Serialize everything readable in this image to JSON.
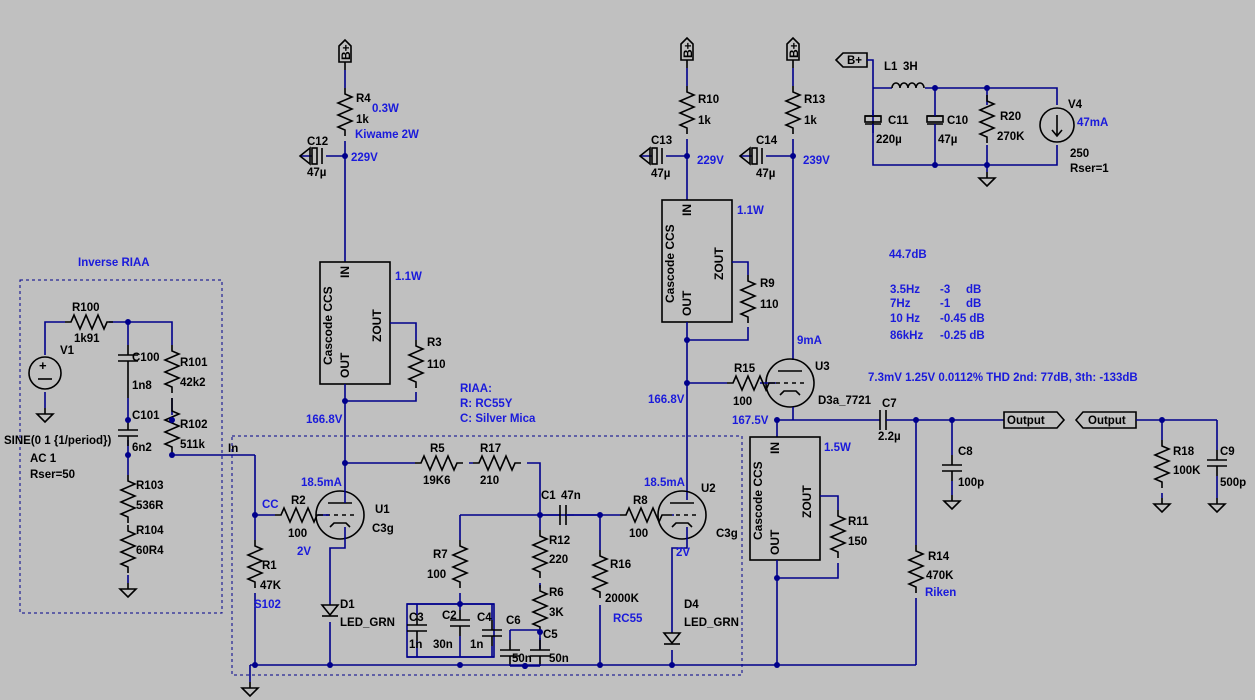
{
  "schematic": {
    "power_flags": {
      "bplus": "B+"
    },
    "components": {
      "r4": {
        "name": "R4",
        "value": "1k"
      },
      "r10": {
        "name": "R10",
        "value": "1k"
      },
      "r13": {
        "name": "R13",
        "value": "1k"
      },
      "c12": {
        "name": "C12",
        "value": "47µ"
      },
      "c13": {
        "name": "C13",
        "value": "47µ"
      },
      "c14": {
        "name": "C14",
        "value": "47µ"
      },
      "l1": {
        "name": "L1",
        "value": "3H"
      },
      "c11": {
        "name": "C11",
        "value": "220µ"
      },
      "c10": {
        "name": "C10",
        "value": "47µ"
      },
      "r20": {
        "name": "R20",
        "value": "270K"
      },
      "v4": {
        "name": "V4",
        "value": "47mA",
        "extra1": "250",
        "extra2": "Rser=1"
      },
      "r100": {
        "name": "R100",
        "value": "1k91"
      },
      "v1": {
        "name": "V1",
        "value": "SINE(0 1 {1/period})",
        "extra1": "AC 1",
        "extra2": "Rser=50"
      },
      "c100": {
        "name": "C100",
        "value": "1n8"
      },
      "r101": {
        "name": "R101",
        "value": "42k2"
      },
      "c101": {
        "name": "C101",
        "value": "6n2"
      },
      "r102": {
        "name": "R102",
        "value": "511k"
      },
      "r103": {
        "name": "R103",
        "value": "536R"
      },
      "r104": {
        "name": "R104",
        "value": "60R4"
      },
      "r3": {
        "name": "R3",
        "value": "110"
      },
      "r9": {
        "name": "R9",
        "value": "110"
      },
      "r11": {
        "name": "R11",
        "value": "150"
      },
      "r15": {
        "name": "R15",
        "value": "100"
      },
      "u3": {
        "name": "U3",
        "value": "D3a_7721"
      },
      "c7": {
        "name": "C7",
        "value": "2.2µ"
      },
      "c8": {
        "name": "C8",
        "value": "100p"
      },
      "r18": {
        "name": "R18",
        "value": "100K"
      },
      "c9": {
        "name": "C9",
        "value": "500p"
      },
      "r5": {
        "name": "R5",
        "value": "19K6"
      },
      "r17": {
        "name": "R17",
        "value": "210"
      },
      "c1": {
        "name": "C1",
        "value": "47n"
      },
      "r2": {
        "name": "R2",
        "value": "100"
      },
      "u1": {
        "name": "U1",
        "value": "C3g"
      },
      "r8": {
        "name": "R8",
        "value": "100"
      },
      "u2": {
        "name": "U2",
        "value": "C3g"
      },
      "r12": {
        "name": "R12",
        "value": "220"
      },
      "r6": {
        "name": "R6",
        "value": "3K"
      },
      "r7": {
        "name": "R7",
        "value": "100"
      },
      "r16": {
        "name": "R16",
        "value": "2000K"
      },
      "r1": {
        "name": "R1",
        "value": "47K"
      },
      "r14": {
        "name": "R14",
        "value": "470K"
      },
      "c3": {
        "name": "C3",
        "value": "1n"
      },
      "c2": {
        "name": "C2",
        "value": "30n"
      },
      "c4": {
        "name": "C4",
        "value": "1n"
      },
      "c6": {
        "name": "C6",
        "value": "50n"
      },
      "c5": {
        "name": "C5",
        "value": "50n"
      },
      "d1": {
        "name": "D1",
        "value": "LED_GRN"
      },
      "d4": {
        "name": "D4",
        "value": "LED_GRN"
      }
    },
    "ccs": {
      "title": "Cascode CCS",
      "in": "IN",
      "out": "OUT",
      "zout": "ZOUT"
    },
    "annotations": {
      "p_r4": "0.3W",
      "kiwame": "Kiwame 2W",
      "v229a": "229V",
      "v229b": "229V",
      "v239": "239V",
      "p_ccs1": "1.1W",
      "p_ccs2": "1.1W",
      "p_ccs3": "1.5W",
      "v1668a": "166.8V",
      "v1668b": "166.8V",
      "v1675": "167.5V",
      "i_u1": "18.5mA",
      "i_u2": "18.5mA",
      "i_u3": "9mA",
      "v2a": "2V",
      "v2b": "2V",
      "cc": "CC",
      "s102": "S102",
      "rc55": "RC55",
      "riken": "Riken",
      "in": "In",
      "output1": "Output",
      "output2": "Output",
      "inv_riaa": "Inverse RIAA",
      "riaa1": "RIAA:",
      "riaa2": "R: RC55Y",
      "riaa3": "C:  Silver Mica",
      "gain": "44.7dB",
      "f1": "3.5Hz",
      "g1": "-3",
      "u1": "dB",
      "f2": "7Hz",
      "g2": "-1",
      "u2": "dB",
      "f3": "10 Hz",
      "g3": "-0.45 dB",
      "f4": "86kHz",
      "g4": "-0.25 dB",
      "thd": "7.3mV  1.25V 0.0112% THD   2nd: 77dB, 3th: -133dB"
    }
  }
}
